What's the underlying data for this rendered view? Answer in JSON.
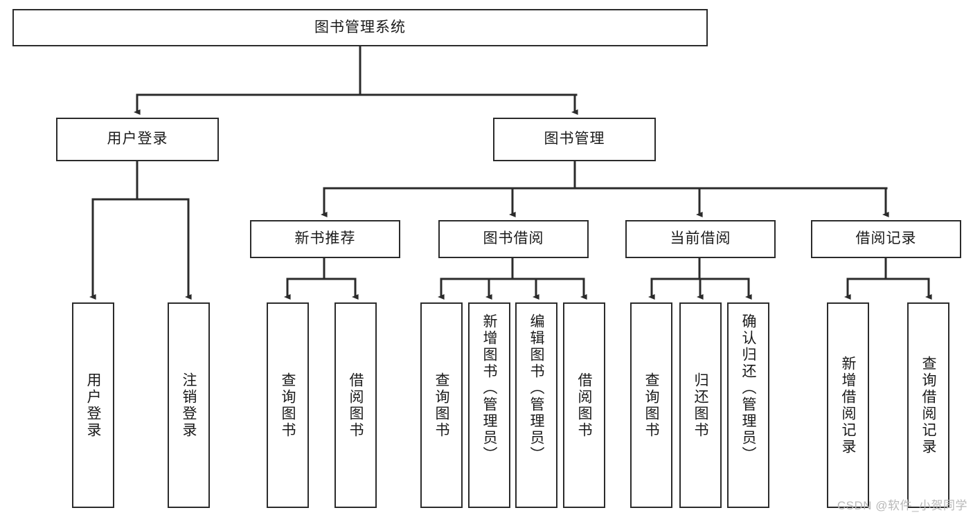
{
  "diagram": {
    "title": "图书管理系统",
    "type": "tree",
    "watermark": "CSDN @软件_小贺同学",
    "colors": {
      "box_border": "#2b2b2b",
      "box_fill": "#ffffff",
      "edge": "#2b2b2b",
      "text": "#1a1a1a",
      "watermark": "#b8b8b8"
    },
    "root": {
      "label": "图书管理系统"
    },
    "level2": [
      {
        "label": "用户登录"
      },
      {
        "label": "图书管理"
      }
    ],
    "level3": [
      {
        "label": "新书推荐"
      },
      {
        "label": "图书借阅"
      },
      {
        "label": "当前借阅"
      },
      {
        "label": "借阅记录"
      }
    ],
    "leaves": {
      "user_login": [
        {
          "label": "用户登录"
        },
        {
          "label": "注销登录"
        }
      ],
      "new_book_recommend": [
        {
          "label": "查询图书"
        },
        {
          "label": "借阅图书"
        }
      ],
      "book_borrow": [
        {
          "label": "查询图书"
        },
        {
          "label": "新增图书（管理员）"
        },
        {
          "label": "编辑图书（管理员）"
        },
        {
          "label": "借阅图书"
        }
      ],
      "current_borrow": [
        {
          "label": "查询图书"
        },
        {
          "label": "归还图书"
        },
        {
          "label": "确认归还（管理员）"
        }
      ],
      "borrow_record": [
        {
          "label": "新增借阅记录"
        },
        {
          "label": "查询借阅记录"
        }
      ]
    }
  }
}
